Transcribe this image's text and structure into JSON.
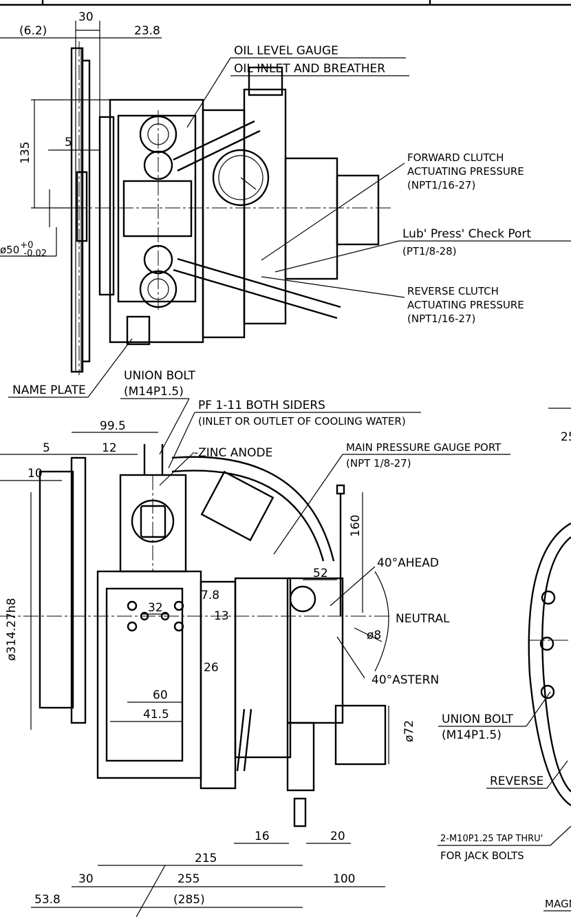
{
  "top": {
    "dims": {
      "d6_2": "(6.2)",
      "d30": "30",
      "d23_8": "23.8",
      "d135": "135",
      "d5": "5",
      "d50_base": "ø50",
      "d50_sup": "+0",
      "d50_sub": "-0.02"
    },
    "callouts": {
      "oil_level": "OIL LEVEL GAUGE",
      "oil_inlet": "OIL INLET AND BREATHER",
      "fwd_1": "FORWARD CLUTCH",
      "fwd_2": "ACTUATING PRESSURE",
      "fwd_3": "(NPT1/16-27)",
      "lub_1": "Lub' Press' Check Port",
      "lub_2": "(PT1/8-28)",
      "rev_1": "REVERSE CLUTCH",
      "rev_2": "ACTUATING PRESSURE",
      "rev_3": "(NPT1/16-27)",
      "name_plate": "NAME PLATE"
    }
  },
  "bottom": {
    "callouts": {
      "union_bolt_1": "UNION BOLT",
      "union_bolt_2": "(M14P1.5)",
      "pf_1": "PF 1-11 BOTH SIDERS",
      "pf_2": "(INLET OR OUTLET OF COOLING WATER)",
      "zinc": "-ZINC ANODE",
      "main_press_1": "MAIN PRESSURE GAUGE PORT",
      "main_press_2": "(NPT 1/8-27)",
      "ahead": "40°AHEAD",
      "neutral": "NEUTRAL",
      "astern": "40°ASTERN"
    },
    "dims": {
      "d99_5": "99.5",
      "d5": "5",
      "d12": "12",
      "d10": "10",
      "d314": "ø314.27h8",
      "d32": "32",
      "d7_8": "7.8",
      "d13": "13",
      "d26": "26",
      "d60": "60",
      "d41_5": "41.5",
      "d52": "52",
      "d160": "160",
      "d8": "ø8",
      "d72": "ø72",
      "d16": "16",
      "d20": "20",
      "d215": "215",
      "d30": "30",
      "d255": "255",
      "d100": "100",
      "d53_8": "53.8",
      "d285": "(285)"
    }
  },
  "right": {
    "d25": "25",
    "union_bolt_1": "UNION BOLT",
    "union_bolt_2": "(M14P1.5)",
    "reverse": "REVERSE",
    "tap_1": "2-M10P1.25 TAP THRU'",
    "tap_2": "FOR JACK BOLTS",
    "magn": "MAGN"
  }
}
